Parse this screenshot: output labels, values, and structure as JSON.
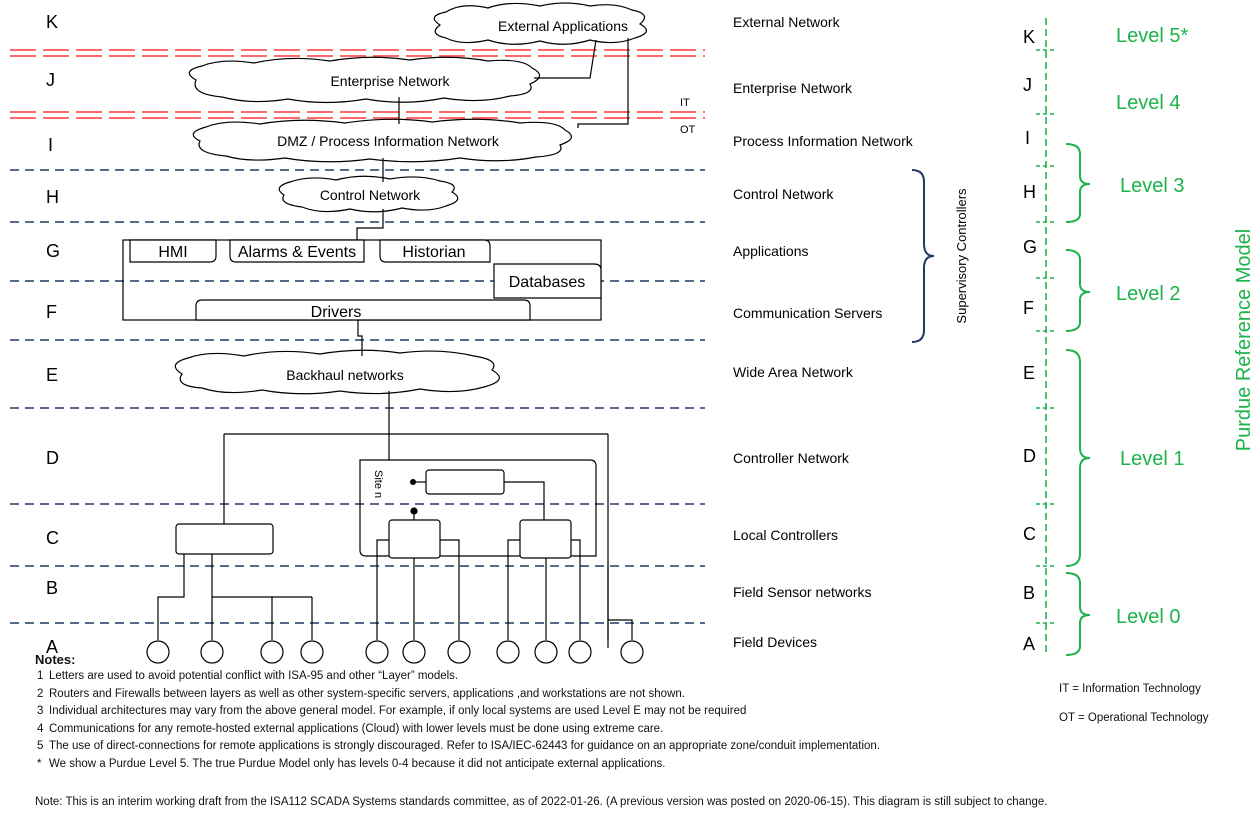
{
  "levels": [
    {
      "letter": "K",
      "network": "External Network"
    },
    {
      "letter": "J",
      "network": "Enterprise Network"
    },
    {
      "letter": "I",
      "network": "Process Information Network"
    },
    {
      "letter": "H",
      "network": "Control Network"
    },
    {
      "letter": "G",
      "network": "Applications"
    },
    {
      "letter": "F",
      "network": "Communication Servers"
    },
    {
      "letter": "E",
      "network": "Wide Area Network"
    },
    {
      "letter": "D",
      "network": "Controller Network"
    },
    {
      "letter": "C",
      "network": "Local Controllers"
    },
    {
      "letter": "B",
      "network": "Field Sensor networks"
    },
    {
      "letter": "A",
      "network": "Field Devices"
    }
  ],
  "clouds": {
    "external": "External Applications",
    "enterprise": "Enterprise Network",
    "dmz": "DMZ / Process Information Network",
    "control": "Control Network",
    "backhaul": "Backhaul networks"
  },
  "boxes": {
    "hmi": "HMI",
    "alarms": "Alarms & Events",
    "historian": "Historian",
    "databases": "Databases",
    "drivers": "Drivers",
    "site": "Site n"
  },
  "it_label": "IT",
  "ot_label": "OT",
  "supervisory_label": "Supervisory Controllers",
  "purdue_label": "Purdue Reference Model",
  "purdue_levels": [
    "Level 5*",
    "Level 4",
    "Level 3",
    "Level 2",
    "Level 1",
    "Level 0"
  ],
  "notes": {
    "header": "Notes:",
    "items": [
      {
        "num": "1",
        "text": "Letters are used to avoid potential conflict with ISA-95 and other “Layer” models."
      },
      {
        "num": "2",
        "text": "Routers and Firewalls between layers as well as other system-specific servers, applications ,and workstations are not shown."
      },
      {
        "num": "3",
        "text": "Individual architectures may vary from the above general model. For example, if only local systems are used Level E may not be required"
      },
      {
        "num": "4",
        "text": "Communications for any remote-hosted external applications (Cloud) with lower levels must be done using extreme care."
      },
      {
        "num": "5",
        "text": "The use of direct-connections for remote applications is strongly discouraged. Refer to ISA/IEC-62443 for guidance on an appropriate zone/conduit implementation."
      },
      {
        "num": "*",
        "text": "We show a Purdue Level 5. The true Purdue Model only has levels 0-4 because it did not anticipate external applications."
      }
    ]
  },
  "legend": {
    "it": "IT = Information Technology",
    "ot": "OT = Operational Technology"
  },
  "footnote": "Note: This is an interim working draft from the ISA112 SCADA Systems standards committee, as of 2022-01-26. (A previous version was posted on 2020-06-15). This diagram is still subject to change.",
  "colors": {
    "dashed_blue": "#1f3864",
    "it_ot_red": "#ff6b6b",
    "purdue_green": "#1db34a",
    "bracket_navy": "#1f3864"
  }
}
